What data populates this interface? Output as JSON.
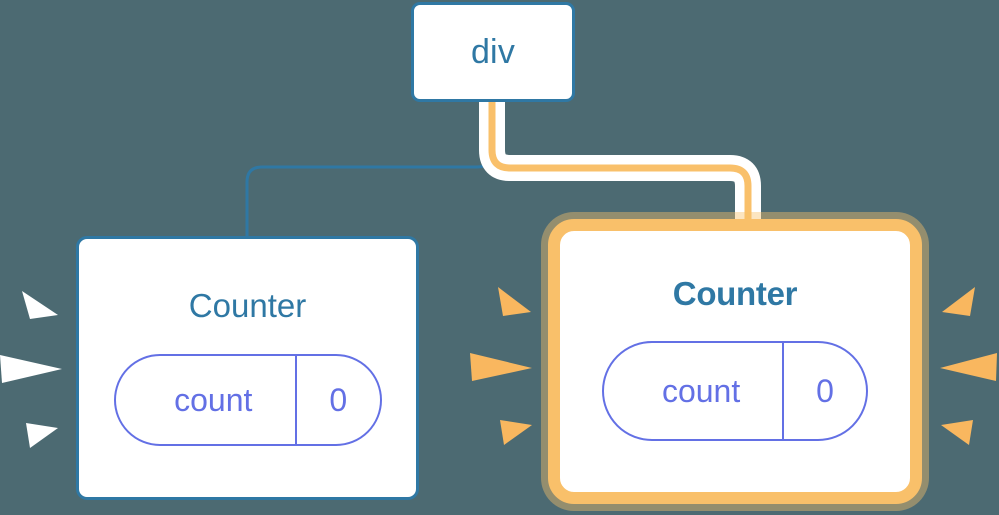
{
  "diagram": {
    "title": "Component tree with re-render highlight",
    "background_color": "#4c6a72",
    "accent_blue": "#2f78a4",
    "accent_orange": "#f9c06a",
    "accent_indigo": "#6370e5"
  },
  "nodes": {
    "root": {
      "label": "div",
      "border_color": "#2f78a4"
    },
    "counter_left": {
      "title": "Counter",
      "border_color": "#2f78a4",
      "highlighted": "false",
      "state": {
        "key": "count",
        "value": "0"
      }
    },
    "counter_right": {
      "title": "Counter",
      "border_color": "#f9c06a",
      "highlighted": "true",
      "state": {
        "key": "count",
        "value": "0"
      }
    }
  },
  "edges": {
    "left_edge_color": "#2f78a4",
    "right_edge_color": "#f9c06a",
    "right_edge_halo_color": "#ffffff"
  },
  "bursts": {
    "left_node_burst_color": "#ffffff",
    "right_node_burst_color": "#f9b75f",
    "ray_count_per_side": "3"
  }
}
